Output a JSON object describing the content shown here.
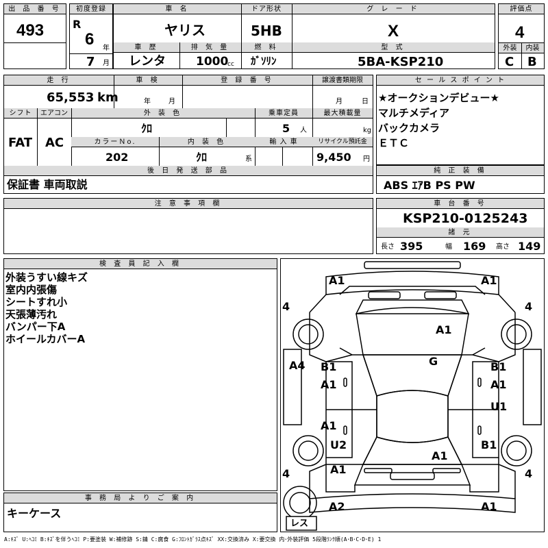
{
  "header": {
    "lot_label": "出 品 番 号",
    "lot_value": "493",
    "first_reg_label": "初度登録",
    "era": "R",
    "year_value": "6",
    "year_unit": "年",
    "month_value": "7",
    "month_unit": "月",
    "car_name_label": "車 名",
    "car_name_value": "ヤリス",
    "door_label": "ドア形状",
    "door_value": "5HB",
    "grade_label": "グ レ ー ド",
    "grade_value": "X",
    "score_label": "評価点",
    "score_value": "4",
    "history_label": "車 歴",
    "history_value": "レンタ",
    "displacement_label": "排 気 量",
    "displacement_value": "1000",
    "displacement_unit": "cc",
    "fuel_label": "燃 料",
    "fuel_value": "ｶﾞｿﾘﾝ",
    "model_label": "型 式",
    "model_value": "5BA-KSP210",
    "ext_label": "外装",
    "ext_value": "C",
    "int_label": "内装",
    "int_value": "B"
  },
  "row2": {
    "mileage_label": "走 行",
    "mileage_value": "65,553",
    "mileage_unit": "km",
    "inspection_label": "車 検",
    "insp_year_unit": "年",
    "insp_month_unit": "月",
    "regno_label": "登 録 番 号",
    "transfer_label": "譲渡書類期限",
    "transfer_month_unit": "月",
    "transfer_day_unit": "日",
    "shift_label": "シフト",
    "shift_value": "FAT",
    "ac_label": "エアコン",
    "ac_value": "AC",
    "color_label": "外 装 色",
    "color_value": "ｸﾛ",
    "capacity_label": "乗車定員",
    "capacity_value": "5",
    "capacity_unit": "人",
    "load_label": "最大積載量",
    "load_unit": "kg",
    "colorno_label": "カラーＮo.",
    "colorno_value": "202",
    "interior_label": "内 装 色",
    "interior_value": "ｸﾛ",
    "interior_unit": "系",
    "import_label": "輸 入 車",
    "recycle_label": "リサイクル預託金",
    "recycle_value": "9,450",
    "recycle_unit": "円",
    "accessories_label": "後 日 発 送 部 品",
    "accessories_value": "保証書 車両取説"
  },
  "sales": {
    "label": "セ ー ル ス ポ イ ン ト",
    "lines": [
      "★オークションデビュー★",
      "マルチメディア",
      "バックカメラ",
      "ＥＴＣ"
    ]
  },
  "equipment": {
    "label": "純 正 装 備",
    "value": "ABS ｴｱB PS PW"
  },
  "notes": {
    "label": "注 意 事 項 欄"
  },
  "chassis": {
    "label": "車 台 番 号",
    "value": "KSP210-0125243",
    "dims_label": "諸 元",
    "length_label": "長さ",
    "length_value": "395",
    "width_label": "幅",
    "width_value": "169",
    "height_label": "高さ",
    "height_value": "149"
  },
  "inspector": {
    "label": "検 査 員 記 入 欄",
    "lines": [
      "外装うすい線キズ",
      "室内内張傷",
      "シートすれ小",
      "天張薄汚れ",
      "バンパー下A",
      "ホイールカバーA"
    ]
  },
  "office": {
    "label": "事 務 局 よ り ご 案 内",
    "value": "キーケース"
  },
  "diagram": {
    "tires": [
      "4",
      "4",
      "4",
      "4"
    ],
    "spare": "レス",
    "marks": {
      "front_left": "A1",
      "front_right": "A1",
      "hood": "A1",
      "windshield": "G",
      "left_fender": "A4",
      "left_front_door_top": "B1",
      "left_front_door": "A1",
      "right_front_door_top": "B1",
      "right_front_door": "A1",
      "left_rear_door": "A1",
      "right_rear_door": "U1",
      "left_rear_quarter": "U2",
      "left_rear_lower": "A1",
      "right_rear_quarter": "B1",
      "trunk": "A1",
      "rear_left": "A2",
      "rear_right": "A1"
    }
  },
  "legend": "A:ｷｽﾞ U:ﾍｺﾐ B:ｷｽﾞを伴うﾍｺﾐ P:要塗装 W:補修跡 S:錆 C:腐食 G:ﾌﾛﾝﾄｶﾞﾗｽ点ｷｽﾞ XX:交換済み X:要交換 内･外装評価 5段階ﾗﾝｸ順(A･B･C･D･E) 1"
}
